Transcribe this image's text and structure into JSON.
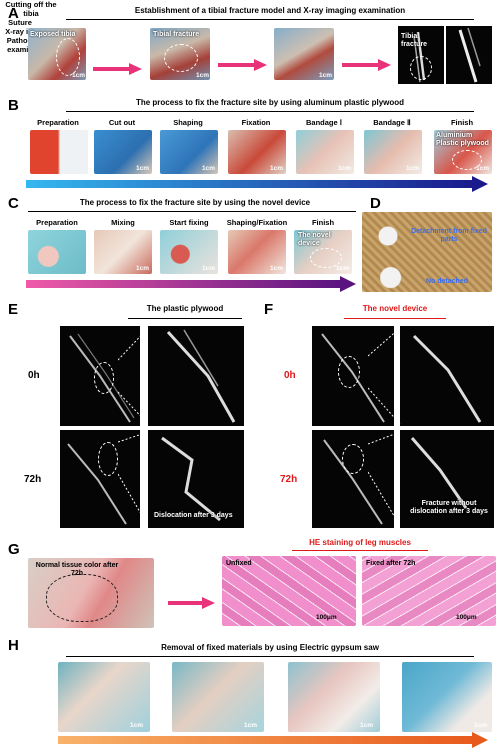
{
  "panels": {
    "A": {
      "letter": "A",
      "title": "Establishment of a tibial fracture model and X-ray imaging examination",
      "step1_label": "Exposed tibia",
      "arrow1_label": "Cutting off the tibia",
      "step2_label": "Tibial fracture",
      "arrow2_label": "Suture",
      "arrow3_label": "X-ray imaging",
      "step4_label": "Tibial fracture",
      "scale": "1cm"
    },
    "B": {
      "letter": "B",
      "title": "The process to fix the fracture site by using aluminum plastic plywood",
      "steps": [
        "Preparation",
        "Cut out",
        "Shaping",
        "Fixation",
        "Bandage Ⅰ",
        "Bandage Ⅱ",
        "Finish"
      ],
      "finish_overlay": "Aluminium Plastic plywood",
      "scale": "1cm"
    },
    "C": {
      "letter": "C",
      "title": "The process to fix the fracture site by using the novel device",
      "steps": [
        "Preparation",
        "Mixing",
        "Start fixing",
        "Shaping/Fixation",
        "Finish"
      ],
      "finish_overlay": "The novel device",
      "scale": "1cm"
    },
    "D": {
      "letter": "D",
      "text1": "Detachment from fixed parts",
      "text2": "No detached"
    },
    "E": {
      "letter": "E",
      "title": "The plastic plywood",
      "row1": "0h",
      "row2": "72h",
      "caption": "Dislocation after 3 days"
    },
    "F": {
      "letter": "F",
      "title": "The novel device",
      "row1": "0h",
      "row2": "72h",
      "caption": "Fracture without dislocation after 3 days"
    },
    "G": {
      "letter": "G",
      "photo_label": "Normal tissue color after 72h",
      "arrow_label": "Pathological examination",
      "he_title": "HE staining of leg muscles",
      "img1_label": "Unfixed",
      "img2_label": "Fixed after 72h",
      "scale": "100μm"
    },
    "H": {
      "letter": "H",
      "title": "Removal of fixed materials by using Electric gypsum saw",
      "scale": "1cm"
    }
  },
  "colors": {
    "arrow_pink": "#e8337a",
    "blue_bar_start": "#34b8f0",
    "blue_bar_end": "#1a1a8c",
    "purple_bar_start": "#f05aa8",
    "purple_bar_end": "#5a1480",
    "orange_bar_start": "#f8b26a",
    "orange_bar_end": "#e85a1c",
    "red_text": "#e01818",
    "he_pink": "#e889c4"
  }
}
